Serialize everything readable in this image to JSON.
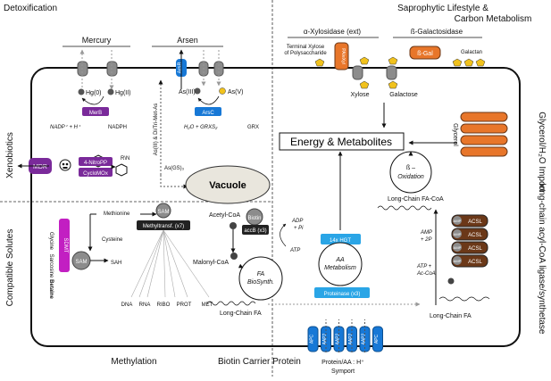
{
  "sections": {
    "detox": "Detoxification",
    "sapro_line1": "Saprophytic Lifestyle &",
    "sapro_line2": "Carbon Metabolism",
    "xenobiotics": "Xenobiotics",
    "compatible": "Compatible Solutes",
    "methylation": "Methylation",
    "biotin": "Biotin Carrier Protein",
    "glycerol_import": "Glycerol/H₂O Import",
    "lcacyl": "long-chain acyl-CoA ligase/synthetase"
  },
  "mercury": {
    "title": "Mercury",
    "hg0": "Hg(0)",
    "hg2": "Hg(II)",
    "merb": "MerB",
    "nadp": "NADP⁺ + H⁺",
    "nadph": "NADPH"
  },
  "arsen": {
    "title": "Arsen",
    "arsb": "ArsB",
    "as3": "As(III)",
    "as5": "As(V)",
    "arsc": "ArsC",
    "h2o": "H₂O + GRXS₂",
    "grx": "GRX",
    "asvert": "As(III) & Di/Tri-Met-As",
    "asgs": "As(GS)₃",
    "vacuole": "Vacuole"
  },
  "xylo": {
    "title": "α-Xylosidase (ext)",
    "terminal_1": "Terminal Xylose",
    "terminal_2": "of Polysaccharide",
    "enzyme": "PA/eXyl",
    "xylose": "Xylose"
  },
  "galacto": {
    "title": "ß-Galactosidase",
    "bgal": "ß-Gal",
    "galactan": "Galactan",
    "galactose": "Galactose"
  },
  "energy": {
    "label": "Energy & Metabolites"
  },
  "glycerol": {
    "label": "Glycerol"
  },
  "beta_ox": {
    "line1": "ß –",
    "line2": "Oxidation"
  },
  "xeno": {
    "mdr": "MDR",
    "nitropp": "4-NitroPP",
    "cyclomox": "CycloMOx",
    "rn": "R\\N"
  },
  "compat": {
    "sdmt": "SDMT",
    "glycine": "Glycine",
    "sarcosine": "Sarcosine",
    "betaine": "Betaine",
    "sam": "SAM",
    "methionine": "Methionine",
    "cysteine": "Cysteine",
    "sah": "SAH"
  },
  "methyl": {
    "sam": "SAM",
    "transf": "Methyltransf. (x7)",
    "targets": [
      "DNA",
      "RNA",
      "RIBO",
      "PROT",
      "MET"
    ]
  },
  "biotin_box": {
    "acetyl": "Acetyl-CoA",
    "biotin": "Biotin",
    "accb": "accB (x3)",
    "adp": "ADP",
    "pi": "+ Pi",
    "atp": "ATP",
    "malonyl": "Malonyl-CoA",
    "fa1": "FA",
    "fa2": "BioSynth.",
    "lcfa": "Long-Chain FA"
  },
  "aa": {
    "hgt": "14x HGT",
    "aa1": "AA",
    "aa2": "Metabolism",
    "proteinase": "Proteinase (x3)",
    "symport1": "Protein/AA : H⁺",
    "symport2": "Symport",
    "carriers": [
      "APC",
      "AAP2",
      "AAP2",
      "AAP2",
      "AAP2",
      "APC"
    ]
  },
  "acsl": {
    "lcfacoa": "Long-Chain FA-CoA",
    "amp": "AMP",
    "pp": "+ 2P",
    "atp": "ATP +",
    "accoa": "Ac-CoA",
    "lcfa": "Long-Chain FA",
    "amp_tag": "AMP",
    "label": "ACSL"
  },
  "colors": {
    "purple": "#7a2a9a",
    "blue": "#1778d6",
    "orange": "#e8762a",
    "gold": "#f1c21d",
    "brown": "#6b3818",
    "grey": "#8c8c8c",
    "magenta": "#c21fc2",
    "cyan": "#2aa5e6"
  }
}
